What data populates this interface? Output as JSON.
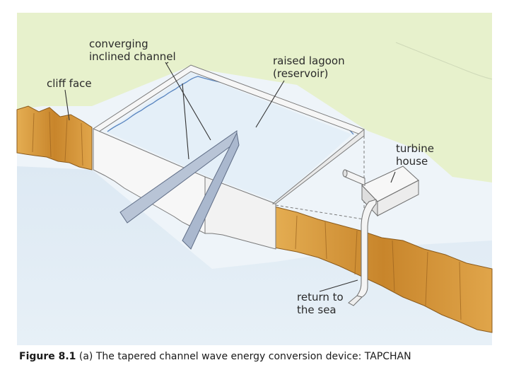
{
  "labels": {
    "channel_line1": "converging",
    "channel_line2": "inclined channel",
    "lagoon_line1": "raised lagoon",
    "lagoon_line2": "(reservoir)",
    "cliff": "cliff face",
    "turbine_line1": "turbine",
    "turbine_line2": "house",
    "return_line1": "return to",
    "return_line2": "the sea"
  },
  "caption": {
    "figure": "Figure 8.1",
    "text": "(a) The tapered channel wave energy conversion device: TAPCHAN"
  },
  "colors": {
    "land": "#e7f1cc",
    "sea": "#dceaf3",
    "cliff": "#d49a3c",
    "water_edge": "#5a86c0",
    "wall": "#f6f6f6"
  }
}
